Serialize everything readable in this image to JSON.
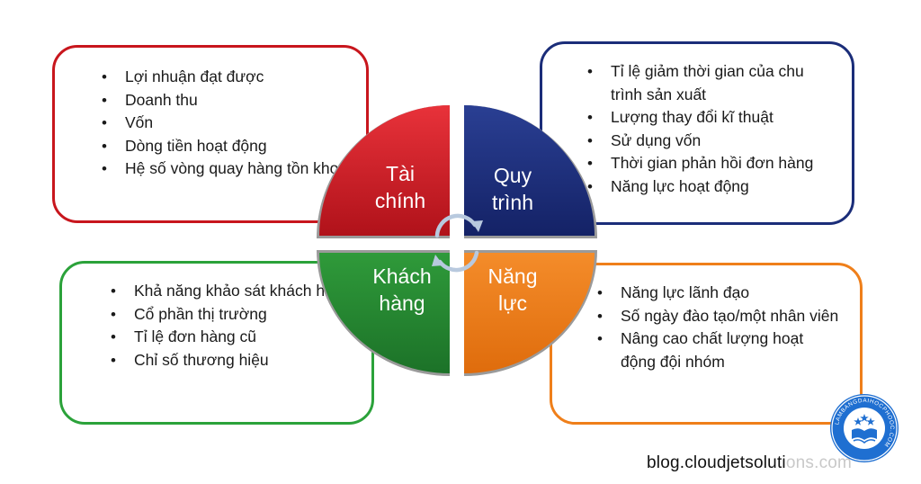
{
  "colors": {
    "finance": "#c8161d",
    "process": "#1b2d79",
    "customer": "#2ba23a",
    "capability": "#ef7f1a",
    "logo": "#1f6fd1"
  },
  "quadrants": {
    "finance": {
      "label_line1": "Tài",
      "label_line2": "chính"
    },
    "process": {
      "label_line1": "Quy",
      "label_line2": "trình"
    },
    "customer": {
      "label_line1": "Khách",
      "label_line2": "hàng"
    },
    "capability": {
      "label_line1": "Năng",
      "label_line2": "lực"
    }
  },
  "boxes": {
    "finance": {
      "items": [
        "Lợi nhuận đạt được",
        "Doanh thu",
        "Vốn",
        "Dòng tiền hoạt động",
        "Hệ số vòng quay hàng tồn kho"
      ]
    },
    "process": {
      "items": [
        "Tỉ lệ giảm thời gian của chu trình sản xuất",
        "Lượng thay đổi kĩ thuật",
        "Sử dụng vốn",
        "Thời gian phản hồi đơn hàng",
        "Năng lực hoạt động"
      ]
    },
    "customer": {
      "items": [
        "Khả năng khảo sát khách hàng",
        "Cổ phần thị trường",
        "Tỉ lệ đơn hàng cũ",
        "Chỉ số thương hiệu"
      ]
    },
    "capability": {
      "items": [
        "Năng lực lãnh đạo",
        "Số ngày đào tạo/một nhân viên",
        "Nâng cao chất lượng hoạt động đội nhóm"
      ]
    }
  },
  "watermark": {
    "dark_part": "blog.cloudjetsoluti",
    "light_part": "ons.com"
  },
  "logo": {
    "ring_text": "LAMBANGDAIHOCPHOOC.COM",
    "icon": "graduation-book-stars-icon"
  }
}
